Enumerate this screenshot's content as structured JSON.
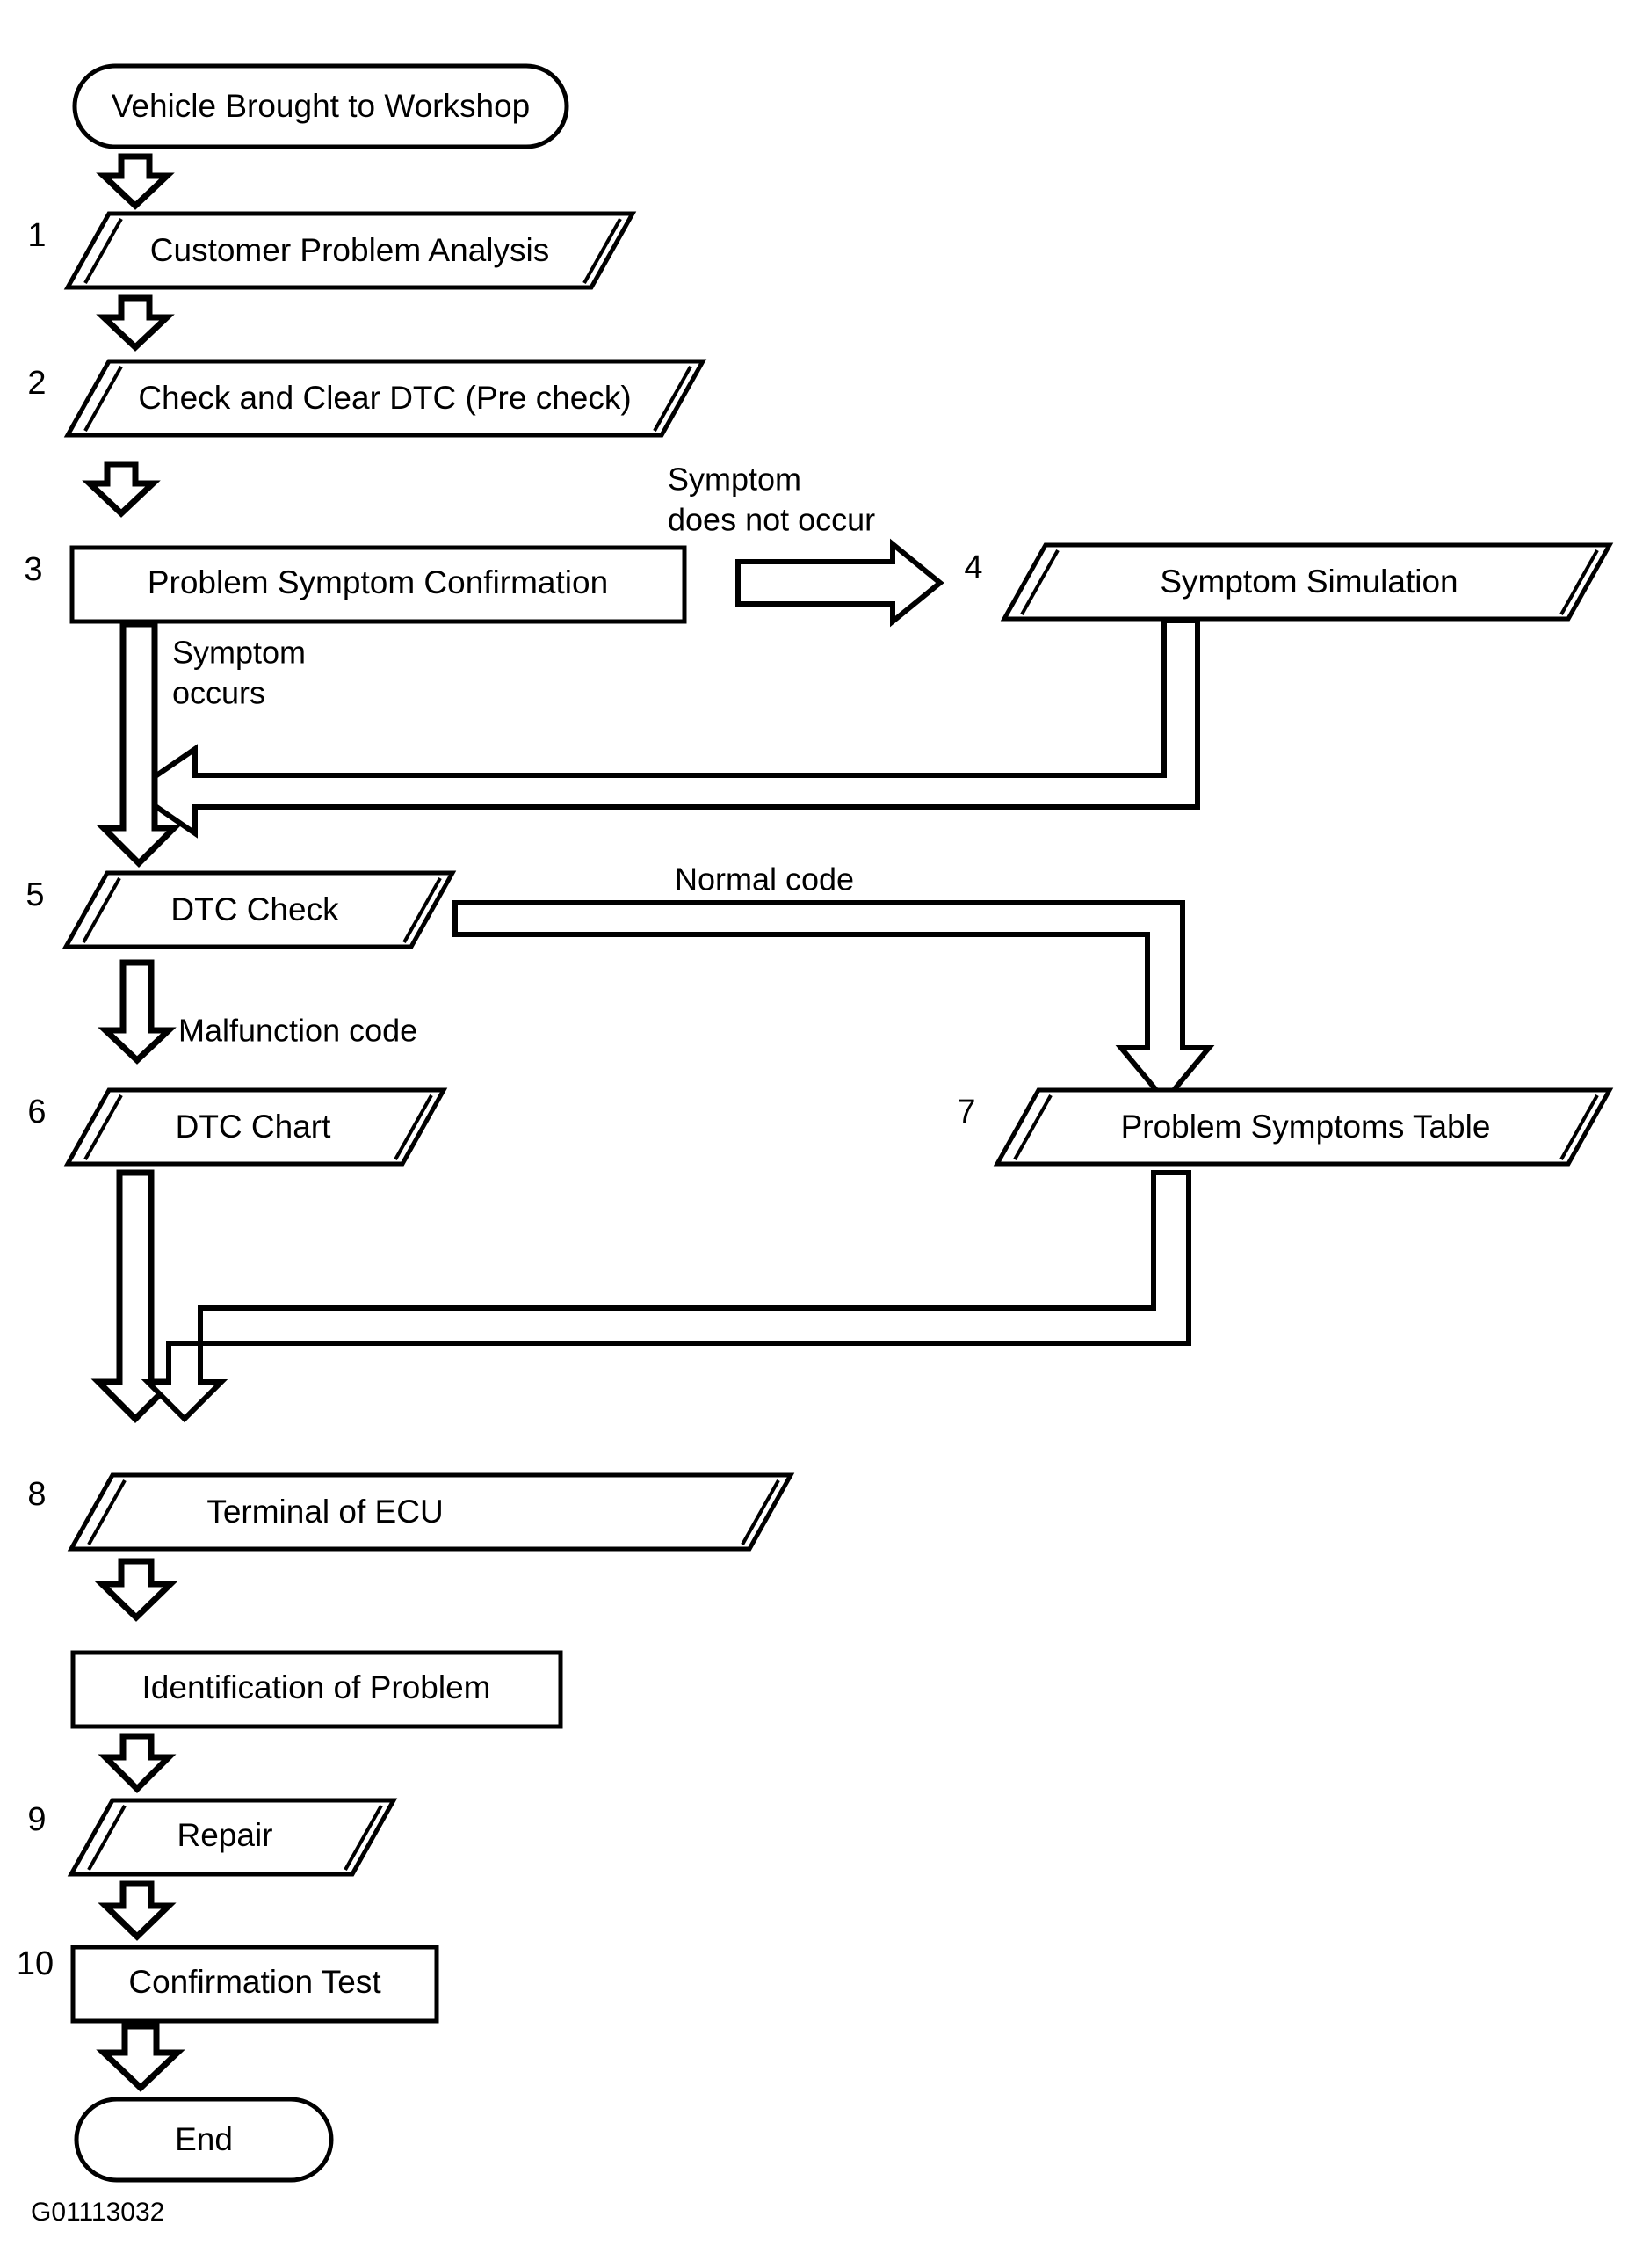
{
  "figure": {
    "code": "G01113032",
    "type": "troubleshooting-flowchart",
    "title": "Vehicle Troubleshooting Procedure Flow"
  },
  "nodes": {
    "start": {
      "number": "",
      "label": "Vehicle Brought to Workshop",
      "shape": "stadium"
    },
    "n1": {
      "number": "1",
      "label": "Customer Problem Analysis",
      "shape": "parallelogram"
    },
    "n2": {
      "number": "2",
      "label": "Check and Clear DTC (Pre check)",
      "shape": "parallelogram"
    },
    "n3": {
      "number": "3",
      "label": "Problem Symptom Confirmation",
      "shape": "rectangle"
    },
    "n4": {
      "number": "4",
      "label": "Symptom Simulation",
      "shape": "parallelogram"
    },
    "n5": {
      "number": "5",
      "label": "DTC Check",
      "shape": "parallelogram"
    },
    "n6": {
      "number": "6",
      "label": "DTC Chart",
      "shape": "parallelogram"
    },
    "n7": {
      "number": "7",
      "label": "Problem Symptoms Table",
      "shape": "parallelogram"
    },
    "n8": {
      "number": "8",
      "label": "Terminal of ECU",
      "shape": "parallelogram"
    },
    "ident": {
      "number": "",
      "label": "Identification of Problem",
      "shape": "rectangle"
    },
    "n9": {
      "number": "9",
      "label": "Repair",
      "shape": "parallelogram"
    },
    "n10": {
      "number": "10",
      "label": "Confirmation Test",
      "shape": "rectangle"
    },
    "end": {
      "number": "",
      "label": "End",
      "shape": "stadium"
    }
  },
  "edge_labels": {
    "symptom_not_occur_line1": "Symptom",
    "symptom_not_occur_line2": "does not occur",
    "symptom_occurs_line1": "Symptom",
    "symptom_occurs_line2": "occurs",
    "normal_code": "Normal code",
    "malfunction_code": "Malfunction code"
  },
  "colors": {
    "stroke": "#000000",
    "fill": "#ffffff",
    "background": "#ffffff"
  }
}
